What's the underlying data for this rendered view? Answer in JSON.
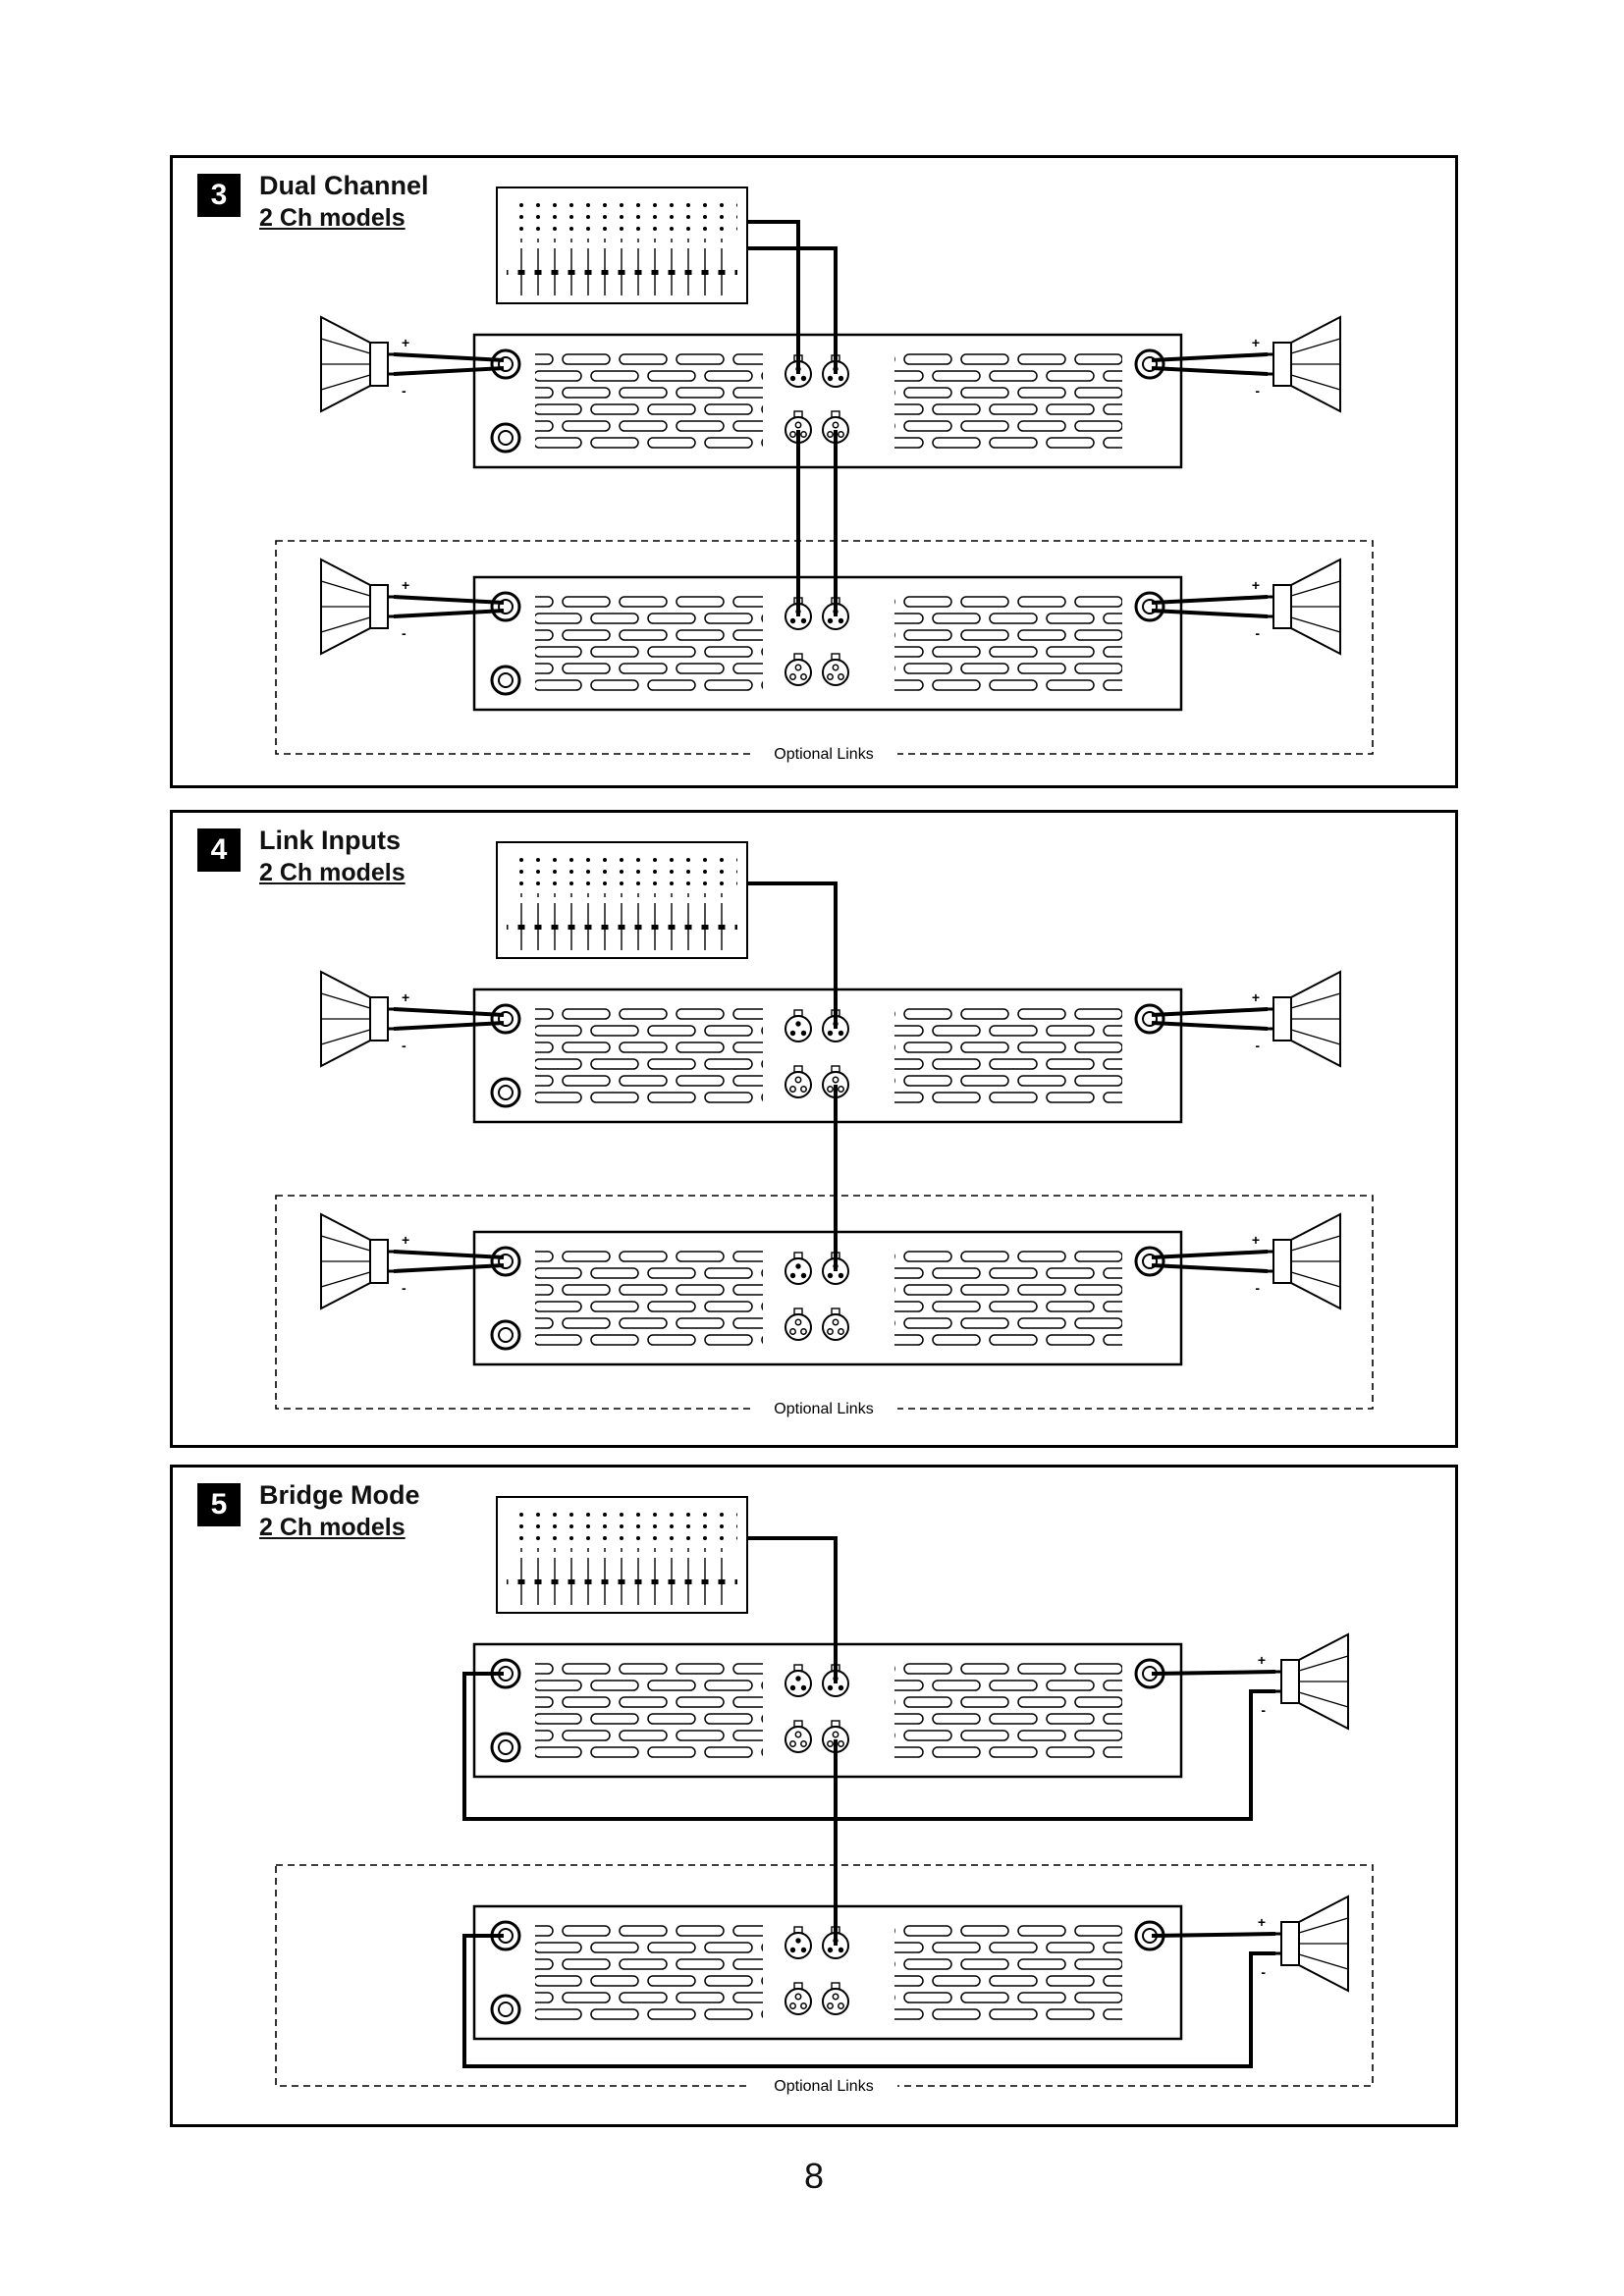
{
  "page_number": "8",
  "labels": {
    "plus": "+",
    "minus": "-",
    "optional_links": "Optional Links"
  },
  "sections": [
    {
      "badge": "3",
      "title": "Dual Channel",
      "subtitle": "2 Ch models"
    },
    {
      "badge": "4",
      "title": "Link Inputs",
      "subtitle": "2 Ch models"
    },
    {
      "badge": "5",
      "title": "Bridge Mode",
      "subtitle": "2 Ch models"
    }
  ]
}
